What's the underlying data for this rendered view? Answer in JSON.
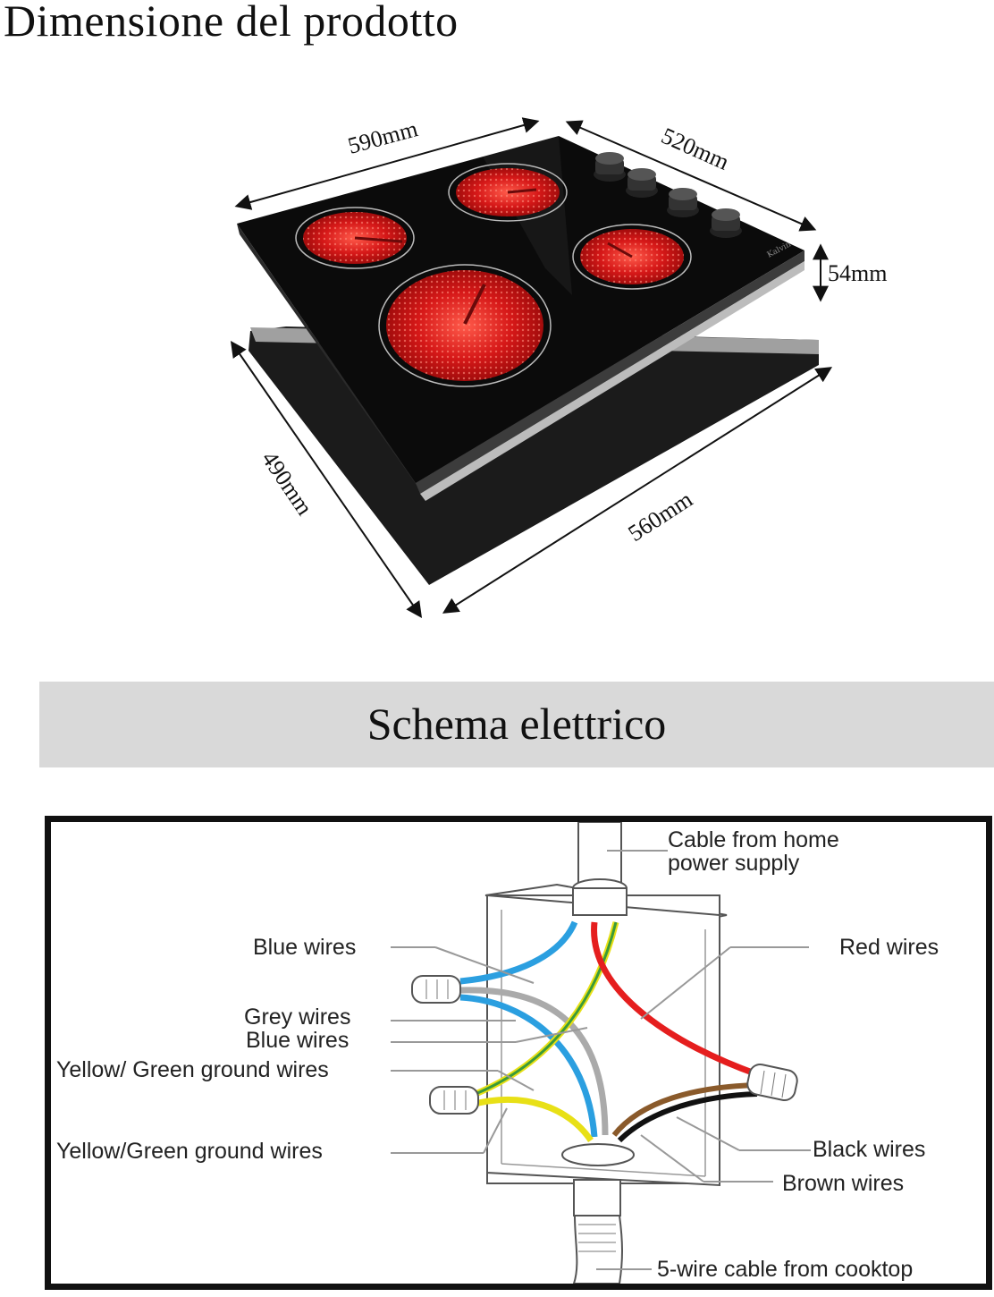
{
  "product_section": {
    "title": "Dimensione del prodotto",
    "brand_mark": "Kalvin",
    "dimensions": {
      "top_width": "590mm",
      "top_depth": "520mm",
      "height": "54mm",
      "cutout_depth": "490mm",
      "cutout_width": "560mm"
    },
    "colors": {
      "glass": "#0a0a0a",
      "burner": "#d01414",
      "cutout": "#1a1a1a"
    }
  },
  "wiring_section": {
    "title": "Schema elettrico",
    "labels": {
      "cable_home": [
        "Cable from home",
        "power supply"
      ],
      "blue_wires_top": "Blue wires",
      "grey_wires": "Grey  wires",
      "blue_wires_mid": "Blue  wires",
      "yellow_green_1": "Yellow/ Green ground wires",
      "yellow_green_2": "Yellow/Green  ground wires",
      "red_wires": "Red wires",
      "black_wires": "Black wires",
      "brown_wires": "Brown wires",
      "cooktop_cable": "5-wire cable from cooktop"
    },
    "wire_colors": {
      "blue": "#2b9fe0",
      "grey": "#aaaaaa",
      "yellow": "#e8e016",
      "green": "#3a9a3a",
      "red": "#e51e1e",
      "black": "#111111",
      "brown": "#8a5a2b"
    }
  }
}
